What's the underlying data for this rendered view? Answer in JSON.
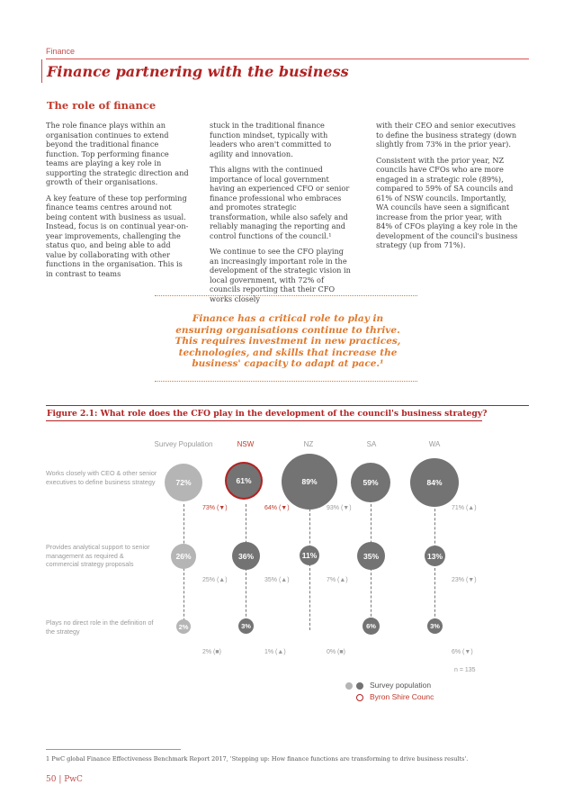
{
  "header": {
    "section": "Finance",
    "title": "Finance partnering with the business",
    "subtitle": "The role of finance"
  },
  "body": {
    "col1": [
      "The role finance plays within an organisation continues to extend beyond the traditional finance function. Top performing finance teams are playing a key role in supporting the strategic direction and growth of their organisations.",
      "A key feature of these top performing finance teams centres around not being content with business as usual. Instead, focus is on continual year-on-year improvements, challenging the status quo, and being able to add value by collaborating with other functions in the organisation. This is in contrast to teams"
    ],
    "col2": [
      "stuck in the traditional finance function mindset, typically with leaders who aren't committed to agility and innovation.",
      "This aligns with the continued importance of local government having an experienced CFO or senior finance professional who embraces and promotes strategic transformation, while also safely and reliably managing the reporting and control functions of the council.¹",
      "We continue to see the CFO playing an increasingly important role in the development of the strategic vision in local government, with 72% of councils reporting that their CFO works closely"
    ],
    "col3": [
      "with their CEO and senior executives to define the business strategy (down slightly from 73% in the prior year).",
      "Consistent with the prior year, NZ councils have CFOs who are more engaged in a strategic role (89%), compared to 59% of SA councils and 61% of NSW councils. Importantly, WA councils have seen a significant increase from the prior year, with 84% of CFOs playing a key role in the development of the council's business strategy (up from 71%)."
    ]
  },
  "quote": "Finance has a critical role to play in ensuring organisations continue to thrive. This requires investment in new practices, technologies, and skills that increase the business' capacity to adapt at pace.¹",
  "figure": {
    "title": "Figure 2.1: What role does the CFO play in the development of the council's business strategy?",
    "columns": [
      "Survey Population",
      "NSW",
      "NZ",
      "SA",
      "WA"
    ],
    "rows": [
      {
        "label": "Works closely with CEO & other senior executives to define business strategy",
        "values": [
          "72%",
          "61%",
          "89%",
          "59%",
          "84%"
        ],
        "prior": [
          "73% (▼)",
          "64% (▼)",
          "93% (▼)",
          "",
          "71% (▲)"
        ]
      },
      {
        "label": "Provides analytical support to senior management as required & commercial strategy proposals",
        "values": [
          "26%",
          "36%",
          "11%",
          "35%",
          "13%"
        ],
        "prior": [
          "25% (▲)",
          "35% (▲)",
          "7% (▲)",
          "",
          "23% (▼)"
        ]
      },
      {
        "label": "Plays no direct role in the definition of the strategy",
        "values": [
          "2%",
          "3%",
          "",
          "6%",
          "3%"
        ],
        "prior": [
          "2% (■)",
          "1% (▲)",
          "0% (■)",
          "",
          "6% (▼)"
        ]
      }
    ],
    "n": "n = 135",
    "legend": {
      "survey": "Survey population",
      "council": "Byron Shire Counc"
    }
  },
  "chart_data": {
    "type": "table",
    "title": "Figure 2.1: What role does the CFO play in the development of the council's business strategy?",
    "categories": [
      "Survey Population",
      "NSW",
      "NZ",
      "SA",
      "WA"
    ],
    "series": [
      {
        "name": "Works closely with CEO & other senior executives to define business strategy",
        "values": [
          72,
          61,
          89,
          59,
          84
        ],
        "prior": [
          73,
          64,
          93,
          null,
          71
        ]
      },
      {
        "name": "Provides analytical support to senior management as required & commercial strategy proposals",
        "values": [
          26,
          36,
          11,
          35,
          13
        ],
        "prior": [
          25,
          35,
          7,
          null,
          23
        ]
      },
      {
        "name": "Plays no direct role in the definition of the strategy",
        "values": [
          2,
          3,
          0,
          6,
          3
        ],
        "prior": [
          2,
          1,
          0,
          null,
          6
        ]
      }
    ]
  },
  "footer": {
    "footnote": "1 PwC global Finance Effectiveness Benchmark Report 2017, 'Stepping up: How finance functions are transforming to drive business results'.",
    "page": "50 | PwC"
  },
  "colors": {
    "accent": "#b22222",
    "orange": "#e07a2e",
    "survey": "#b5b5b5",
    "region": "#737373"
  }
}
